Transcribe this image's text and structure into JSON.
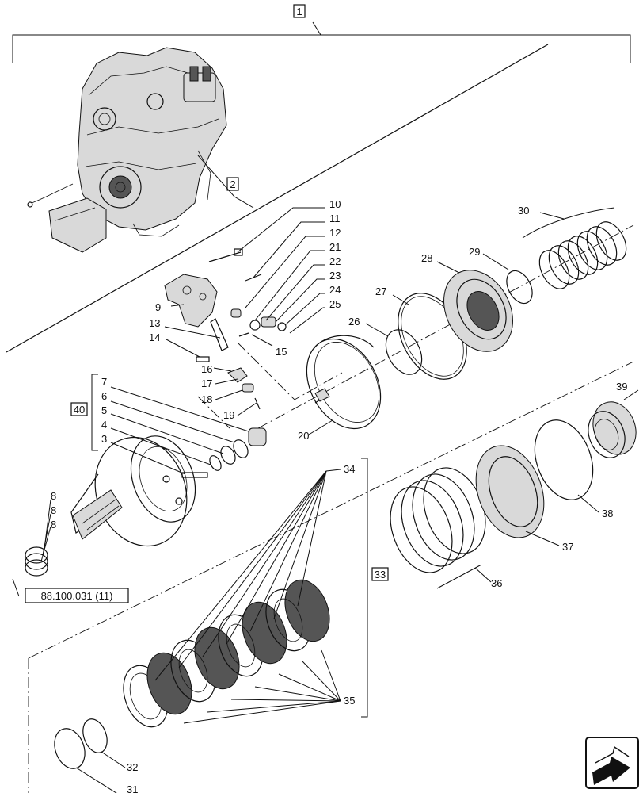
{
  "assembly_labels": {
    "main": "1",
    "housing": "2",
    "shaft_group": "40",
    "clutch_group": "33"
  },
  "reference_label": "88.100.031 (11)",
  "callouts": {
    "c3": "3",
    "c4": "4",
    "c5": "5",
    "c6": "6",
    "c7": "7",
    "c8a": "8",
    "c8b": "8",
    "c8c": "8",
    "c9": "9",
    "c10": "10",
    "c11": "11",
    "c12": "12",
    "c13": "13",
    "c14": "14",
    "c15": "15",
    "c16": "16",
    "c17": "17",
    "c18": "18",
    "c19": "19",
    "c20": "20",
    "c21": "21",
    "c22": "22",
    "c23": "23",
    "c24": "24",
    "c25": "25",
    "c26": "26",
    "c27": "27",
    "c28": "28",
    "c29": "29",
    "c30": "30",
    "c31": "31",
    "c32": "32",
    "c34": "34",
    "c35": "35",
    "c36": "36",
    "c37": "37",
    "c38": "38",
    "c39": "39"
  },
  "navigation": {
    "icon": "next-page-arrow-icon"
  }
}
